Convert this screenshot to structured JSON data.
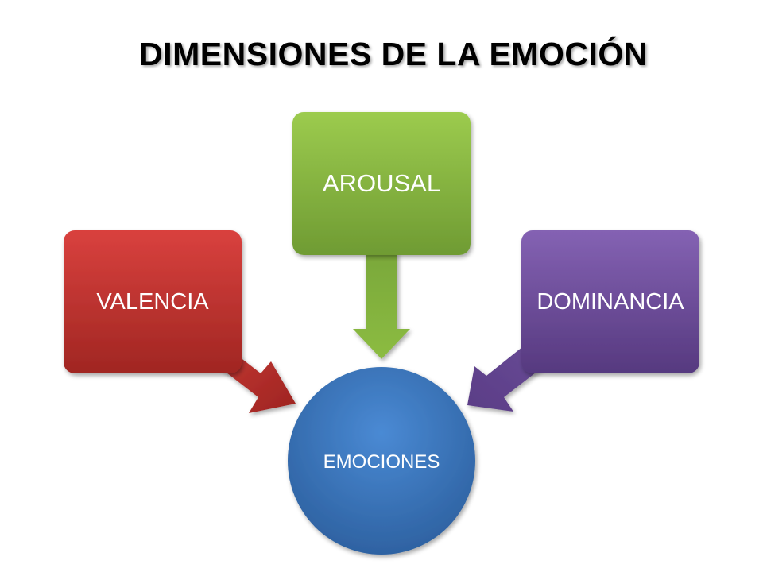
{
  "title": "DIMENSIONES DE LA EMOCIÓN",
  "center": {
    "label": "EMOCIONES",
    "color": "#3a76c0"
  },
  "nodes": [
    {
      "label": "VALENCIA",
      "color": "#c0302e"
    },
    {
      "label": "AROUSAL",
      "color": "#80b13e"
    },
    {
      "label": "DOMINANCIA",
      "color": "#6a4d97"
    }
  ]
}
